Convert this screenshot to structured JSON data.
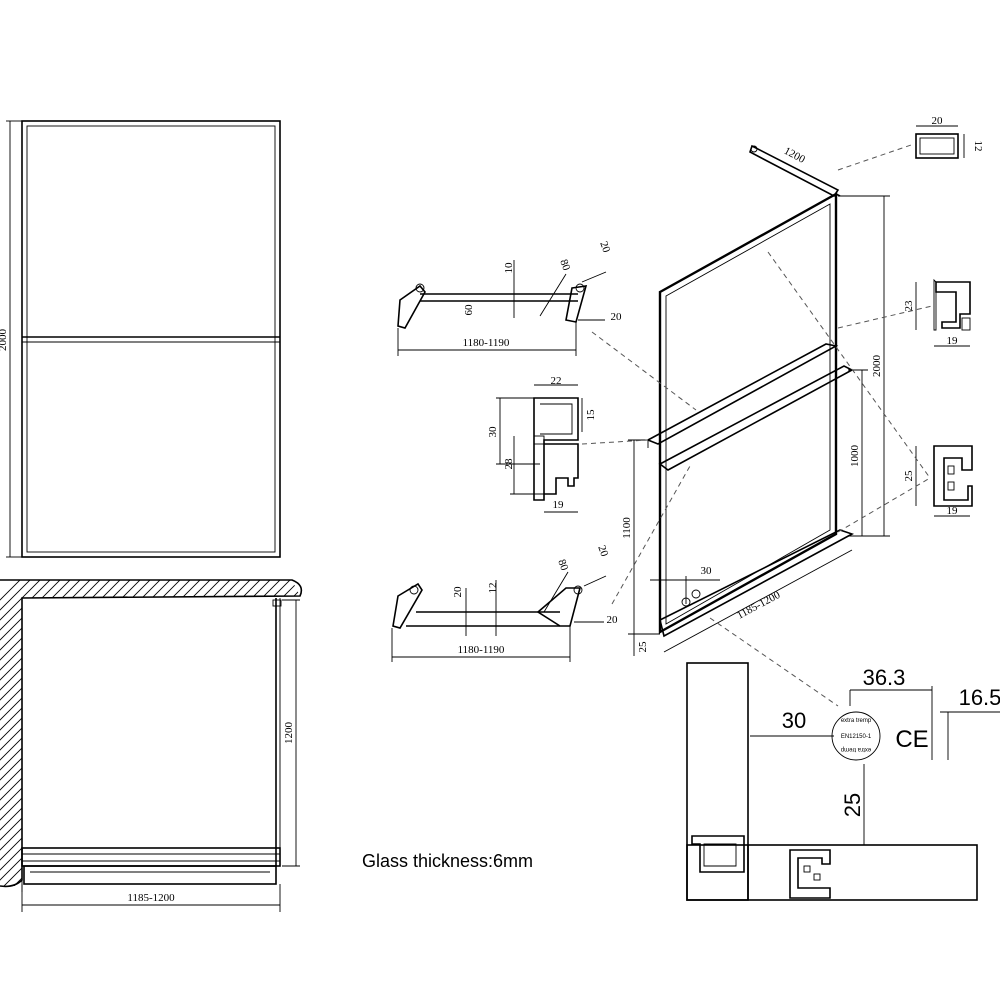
{
  "front_view": {
    "height_dim": "2000"
  },
  "plan_view": {
    "depth_dim": "1200",
    "width_dim": "1185-1200"
  },
  "iso_view": {
    "arm_length": "1200",
    "height_total": "2000",
    "height_mid": "1000",
    "height_low": "1100",
    "width": "1185-1200",
    "bottom_gap": "25",
    "hole_offset": "30"
  },
  "upper_brace": {
    "span": "1180-1190",
    "d1": "10",
    "d2": "60",
    "d3": "80",
    "d4": "20",
    "d5": "20"
  },
  "lower_brace": {
    "span": "1180-1190",
    "d1": "20",
    "d2": "12",
    "d3": "80",
    "d4": "20",
    "d5": "20"
  },
  "profile_top": {
    "w": "20",
    "h": "12"
  },
  "profile_corner": {
    "h": "23",
    "w": "19"
  },
  "profile_channel": {
    "h": "25",
    "w": "19"
  },
  "profile_mid": {
    "w": "22",
    "h1": "15",
    "h2": "30",
    "h3": "28",
    "w2": "19"
  },
  "detail": {
    "d_a": "36.3",
    "d_b": "16.5",
    "d_c": "30",
    "d_d": "25"
  },
  "stamp": {
    "top_text": "extra tremp",
    "std": "EN12150-1",
    "bottom_text": "extra tremp",
    "mark": "CE"
  },
  "glass_note": "Glass thickness:6mm"
}
